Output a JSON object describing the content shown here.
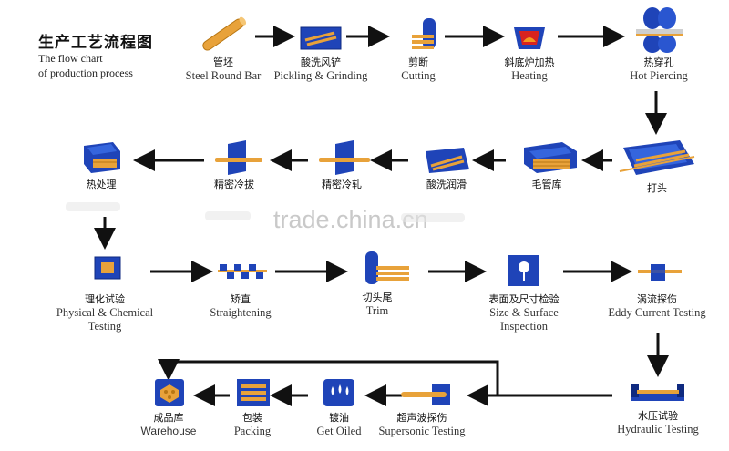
{
  "header": {
    "title_zh": "生产工艺流程图",
    "title_en_line1": "The flow chart",
    "title_en_line2": "of production process"
  },
  "watermark": "trade.china.cn",
  "steps": [
    {
      "zh": "管坯",
      "en": "Steel Round Bar",
      "icon": "steel-bar-icon"
    },
    {
      "zh": "酸洗风铲",
      "en": "Pickling & Grinding",
      "icon": "pickling-tank-icon"
    },
    {
      "zh": "剪断",
      "en": "Cutting",
      "icon": "cutting-machine-icon"
    },
    {
      "zh": "斜底炉加热",
      "en": "Heating",
      "icon": "furnace-icon"
    },
    {
      "zh": "热穿孔",
      "en": "Hot Piercing",
      "icon": "piercing-mill-icon"
    },
    {
      "zh": "打头",
      "en": "",
      "icon": "pointing-machine-icon"
    },
    {
      "zh": "毛管库",
      "en": "",
      "icon": "tube-storage-icon"
    },
    {
      "zh": "酸洗润滑",
      "en": "",
      "icon": "lubrication-tank-icon"
    },
    {
      "zh": "精密冷轧",
      "en": "",
      "icon": "cold-rolling-icon"
    },
    {
      "zh": "精密冷拔",
      "en": "",
      "icon": "cold-drawing-icon"
    },
    {
      "zh": "热处理",
      "en": "",
      "icon": "heat-treatment-icon"
    },
    {
      "zh": "理化试验",
      "en": "Physical & Chemical Testing",
      "icon": "lab-test-icon"
    },
    {
      "zh": "矫直",
      "en": "Straightening",
      "icon": "straightener-icon"
    },
    {
      "zh": "切头尾",
      "en": "Trim",
      "icon": "trim-saw-icon"
    },
    {
      "zh": "表面及尺寸检验",
      "en": "Size & Surface Inspection",
      "icon": "inspection-icon"
    },
    {
      "zh": "涡流探伤",
      "en": "Eddy Current Testing",
      "icon": "eddy-current-icon"
    },
    {
      "zh": "水压试验",
      "en": "Hydraulic Testing",
      "icon": "hydraulic-test-icon"
    },
    {
      "zh": "超声波探伤",
      "en": "Supersonic Testing",
      "icon": "ultrasonic-icon"
    },
    {
      "zh": "镀油",
      "en": "Get Oiled",
      "icon": "oil-drops-icon"
    },
    {
      "zh": "包装",
      "en": "Packing",
      "icon": "bundle-icon"
    },
    {
      "zh": "成品库",
      "en": "Warehouse",
      "icon": "warehouse-icon"
    }
  ],
  "colors": {
    "blue": "#1f44b8",
    "dark_blue": "#0f2a80",
    "orange": "#e8a23a",
    "arrow": "#111111"
  }
}
